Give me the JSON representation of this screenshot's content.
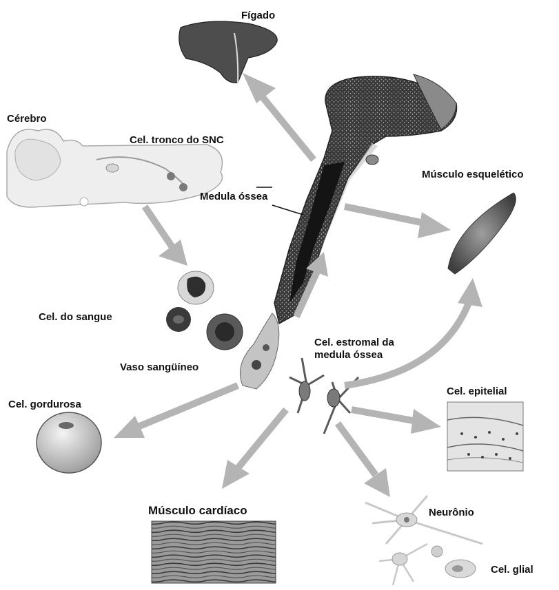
{
  "labels": {
    "figado": "Fígado",
    "cerebro": "Cérebro",
    "cel_tronco_snc": "Cel. tronco do SNC",
    "medula_ossea": "Medula óssea",
    "musculo_esqueletico": "Músculo esquelético",
    "cel_sangue": "Cel. do sangue",
    "vaso_sanguineo": "Vaso sangüíneo",
    "cel_estromal": "Cel. estromal da medula óssea",
    "cel_gordurosa": "Cel. gordurosa",
    "cel_epitelial": "Cel. epitelial",
    "musculo_cardiaco": "Músculo cardíaco",
    "neuronio": "Neurônio",
    "cel_glial": "Cel. glial"
  },
  "colors": {
    "arrow": "#b4b4b4",
    "bone_fill": "#5a5a5a",
    "marrow": "#151515",
    "organ_light": "#e6e6e6",
    "organ_dark": "#4a4a4a"
  }
}
